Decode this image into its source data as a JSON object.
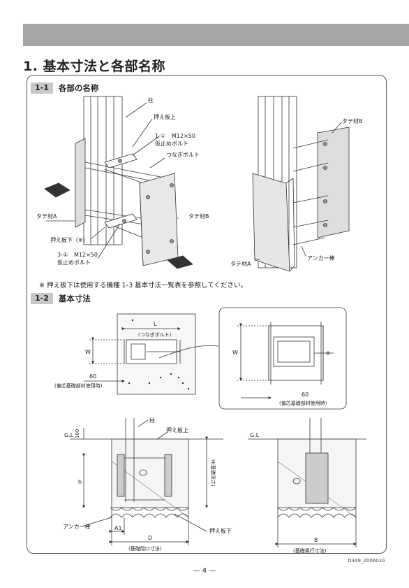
{
  "header": {
    "title": "1. 基本寸法と各部名称"
  },
  "section1": {
    "num": "1-1",
    "title": "各部の名称",
    "labels": {
      "pillar": "柱",
      "plate_upper": "押え板上",
      "bolt_upper_line1": "M12×50",
      "bolt_upper_mark": "1-①",
      "bolt_upper_line2": "仮止めボルト",
      "tie_bolt": "つなぎボルト",
      "tate_a": "タテ材A",
      "tate_b": "タテ材B",
      "plate_lower": "押え板下（※）",
      "bolt_lower_mark": "3-①",
      "bolt_lower_line1": "M12×50",
      "bolt_lower_line2": "仮止めボルト",
      "tate_b_right": "タテ材B",
      "tate_a_right": "タテ材A",
      "anchor_right": "アンカー棒"
    },
    "note": "※ 押え板下は使用する機種 1-3 基本寸法一覧表を参照してください。"
  },
  "section2": {
    "num": "1-2",
    "title": "基本寸法",
    "labels": {
      "L": "L",
      "L_sub": "(つなぎボルト)",
      "W": "W",
      "dim60": "60",
      "dim60_sub": "(偏芯基礎部材使用時)",
      "W_zoom": "W",
      "dim60_zoom": "60",
      "dim60_zoom_sub": "(偏芯基礎部材使用時)",
      "pillar": "柱",
      "plate_upper": "押え板上",
      "GL_left": "G.L",
      "dim100": "100",
      "h": "h",
      "H": "H(基礎深さ)",
      "anchor": "アンカー棒",
      "A1": "A1",
      "D": "D",
      "D_sub": "(基礎間口寸法)",
      "plate_lower": "押え板下",
      "GL_right": "G.L",
      "B": "B",
      "B_sub": "(基礎奥行寸法)"
    }
  },
  "footer": {
    "page": "— 4 —",
    "code": "D349_200602A"
  }
}
